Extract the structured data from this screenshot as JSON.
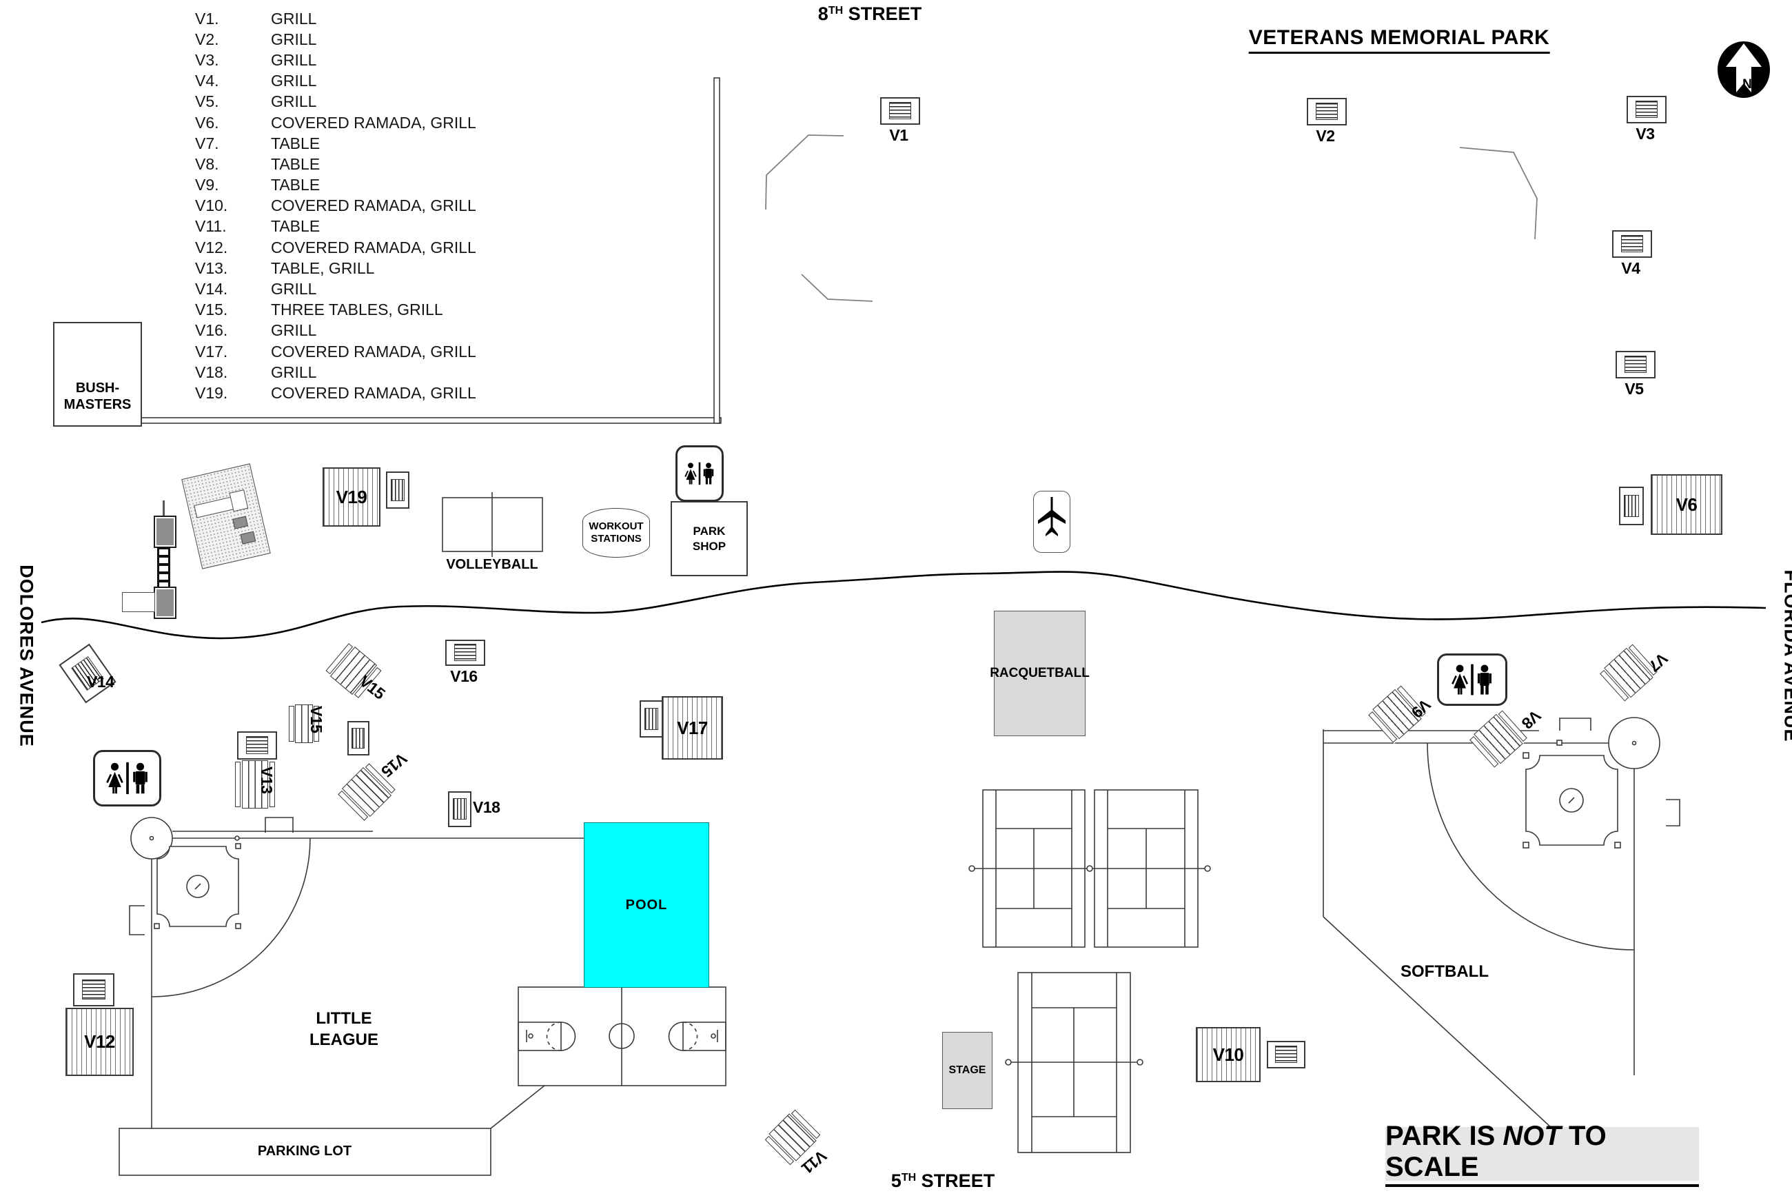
{
  "title": "VETERANS MEMORIAL PARK",
  "compass": {
    "label": "N"
  },
  "streets": {
    "north": {
      "number": "8",
      "sup": "TH",
      "rest": "STREET"
    },
    "south": {
      "number": "5",
      "sup": "TH",
      "rest": "STREET"
    },
    "west": "DOLORES AVENUE",
    "east": "FLORIDA AVENUE"
  },
  "legend": {
    "items": [
      {
        "id": "V1.",
        "desc": "GRILL"
      },
      {
        "id": "V2.",
        "desc": "GRILL"
      },
      {
        "id": "V3.",
        "desc": "GRILL"
      },
      {
        "id": "V4.",
        "desc": "GRILL"
      },
      {
        "id": "V5.",
        "desc": "GRILL"
      },
      {
        "id": "V6.",
        "desc": "COVERED RAMADA, GRILL"
      },
      {
        "id": "V7.",
        "desc": "TABLE"
      },
      {
        "id": "V8.",
        "desc": "TABLE"
      },
      {
        "id": "V9.",
        "desc": "TABLE"
      },
      {
        "id": "V10.",
        "desc": "COVERED RAMADA, GRILL"
      },
      {
        "id": "V11.",
        "desc": "TABLE"
      },
      {
        "id": "V12.",
        "desc": "COVERED RAMADA, GRILL"
      },
      {
        "id": "V13.",
        "desc": "TABLE, GRILL"
      },
      {
        "id": "V14.",
        "desc": "GRILL"
      },
      {
        "id": "V15.",
        "desc": "THREE TABLES, GRILL"
      },
      {
        "id": "V16.",
        "desc": "GRILL"
      },
      {
        "id": "V17.",
        "desc": "COVERED RAMADA, GRILL"
      },
      {
        "id": "V18.",
        "desc": "GRILL"
      },
      {
        "id": "V19.",
        "desc": "COVERED RAMADA, GRILL"
      }
    ]
  },
  "markers": {
    "v1": "V1",
    "v2": "V2",
    "v3": "V3",
    "v4": "V4",
    "v5": "V5",
    "v6": "V6",
    "v7": "V7",
    "v8": "V8",
    "v9": "V9",
    "v10": "V10",
    "v11": "V11",
    "v12": "V12",
    "v13": "V13",
    "v14": "V14",
    "v15": "V15",
    "v16": "V16",
    "v17": "V17",
    "v18": "V18",
    "v19": "V19"
  },
  "facilities": {
    "bushmasters": {
      "line1": "BUSH-",
      "line2": "MASTERS"
    },
    "volleyball": "VOLLEYBALL",
    "workout": {
      "line1": "WORKOUT",
      "line2": "STATIONS"
    },
    "park_shop": {
      "line1": "PARK",
      "line2": "SHOP"
    },
    "racquetball": "RACQUETBALL",
    "pool": "POOL",
    "stage": "STAGE",
    "little_league": {
      "line1": "LITTLE",
      "line2": "LEAGUE"
    },
    "softball": "SOFTBALL",
    "parking": "PARKING LOT"
  },
  "notice": {
    "pre": "PARK IS ",
    "em": "NOT",
    "post": " TO SCALE"
  },
  "colors": {
    "pool": "#00ffff",
    "building_gray": "#d9d9d9",
    "notice_bg": "#e6e6e6",
    "path_gray": "#808080"
  }
}
